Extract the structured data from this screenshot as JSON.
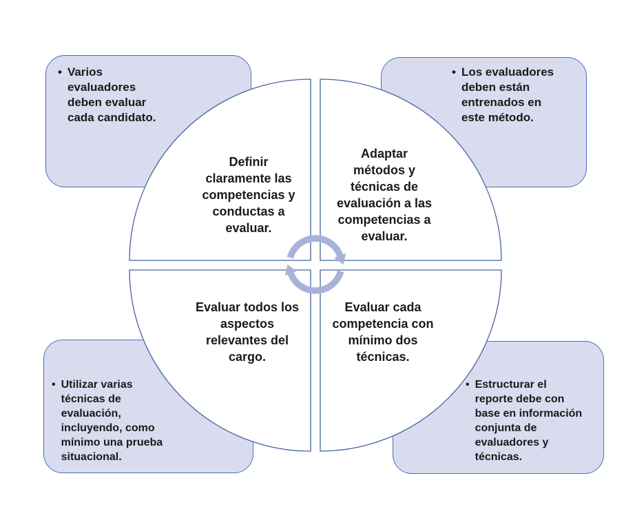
{
  "diagram": {
    "background": "#FFFFFF",
    "colors": {
      "callout_fill": "#D9DCEE",
      "callout_border": "#4A6FBC",
      "quadrant_fill": "#FFFFFF",
      "quadrant_border": "#44639F",
      "arrow": "#A9B2DB",
      "text": "#1A1A1A"
    },
    "center_icon": "cycle-arrows-icon",
    "quadrants": [
      {
        "text": "Definir claramente las competencias y conductas a evaluar.",
        "lines": [
          "Definir",
          "claramente las",
          "competencias y",
          "conductas a",
          "evaluar."
        ]
      },
      {
        "text": "Adaptar métodos y técnicas de evaluación a las competencias a evaluar.",
        "lines": [
          "Adaptar",
          "métodos y",
          "técnicas de",
          "evaluación a las",
          "competencias a",
          "evaluar."
        ]
      },
      {
        "text": "Evaluar todos los aspectos relevantes del cargo.",
        "lines": [
          "Evaluar todos los",
          "aspectos",
          "relevantes del",
          "cargo."
        ]
      },
      {
        "text": "Evaluar cada competencia con mínimo dos técnicas.",
        "lines": [
          "Evaluar cada",
          "competencia con",
          "mínimo dos",
          "técnicas."
        ]
      }
    ],
    "callouts": [
      {
        "bullet": "•",
        "text": "Varios evaluadores deben evaluar cada candidato.",
        "lines": [
          "Varios",
          "evaluadores",
          "deben evaluar",
          "cada candidato."
        ]
      },
      {
        "bullet": "•",
        "text": "Los evaluadores deben están entrenados en este método.",
        "lines": [
          "Los evaluadores",
          "deben están",
          "entrenados en",
          "este método."
        ]
      },
      {
        "bullet": "•",
        "text": "Utilizar varias técnicas de evaluación, incluyendo, como mínimo una prueba situacional.",
        "lines": [
          "Utilizar varias",
          "técnicas de",
          "evaluación,",
          "incluyendo, como",
          "mínimo una prueba",
          "situacional."
        ]
      },
      {
        "bullet": "•",
        "text": "Estructurar el reporte debe con base en información conjunta de evaluadores y técnicas.",
        "lines": [
          "Estructurar el",
          "reporte debe con",
          "base en información",
          "conjunta de",
          "evaluadores y",
          "técnicas."
        ]
      }
    ]
  }
}
